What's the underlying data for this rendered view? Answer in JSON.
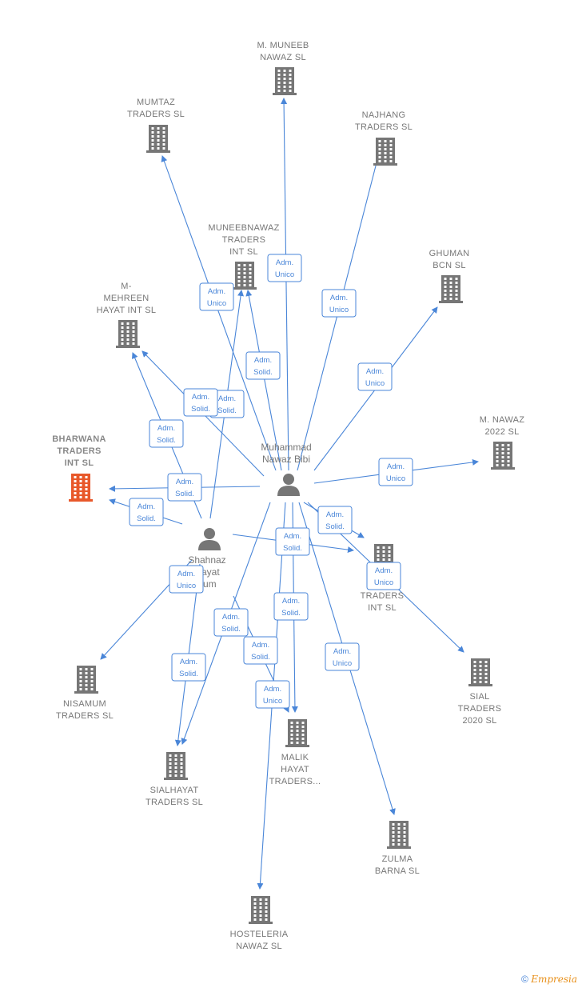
{
  "colors": {
    "edge": "#4a86d8",
    "building": "#767676",
    "focus_building": "#e8582a",
    "person": "#767676",
    "label": "#777777"
  },
  "people": [
    {
      "id": "muhammad",
      "lines": [
        "Muhammad",
        "Nawaz Bibi"
      ],
      "icon": "person-icon"
    },
    {
      "id": "shahnaz",
      "lines": [
        "Shahnaz",
        "Hayat",
        "gum"
      ],
      "icon": "person-icon"
    }
  ],
  "companies": [
    {
      "id": "muneeb",
      "lines": [
        "M.  MUNEEB",
        "NAWAZ  SL"
      ]
    },
    {
      "id": "mumtaz",
      "lines": [
        "MUMTAZ",
        "TRADERS  SL"
      ]
    },
    {
      "id": "najhang",
      "lines": [
        "NAJHANG",
        "TRADERS  SL"
      ]
    },
    {
      "id": "muneebnawaz",
      "lines": [
        "MUNEEBNAWAZ",
        "TRADERS",
        "INT  SL"
      ]
    },
    {
      "id": "ghuman",
      "lines": [
        "GHUMAN",
        "BCN  SL"
      ]
    },
    {
      "id": "mehreen",
      "lines": [
        "M-",
        "MEHREEN",
        "HAYAT INT  SL"
      ]
    },
    {
      "id": "nawaz2022",
      "lines": [
        "M.  NAWAZ",
        "2022  SL"
      ]
    },
    {
      "id": "bharwana",
      "lines": [
        "BHARWANA",
        "TRADERS",
        "INT  SL"
      ],
      "focus": true
    },
    {
      "id": "mahayat",
      "lines": [
        "MA           AZ",
        "TRADERS",
        "INT  SL"
      ]
    },
    {
      "id": "sialtraders",
      "lines": [
        "SIAL",
        "TRADERS",
        "2020  SL"
      ]
    },
    {
      "id": "nisamum",
      "lines": [
        "NISAMUM",
        "TRADERS  SL"
      ]
    },
    {
      "id": "malik",
      "lines": [
        "MALIK",
        "HAYAT",
        "TRADERS..."
      ]
    },
    {
      "id": "sialhayat",
      "lines": [
        "SIALHAYAT",
        "TRADERS  SL"
      ]
    },
    {
      "id": "zulma",
      "lines": [
        "ZULMA",
        "BARNA SL"
      ]
    },
    {
      "id": "hosteleria",
      "lines": [
        "HOSTELERIA",
        "NAWAZ  SL"
      ]
    }
  ],
  "edges": [
    {
      "from": "muhammad",
      "to": "muneeb",
      "role": [
        "Adm.",
        "Unico"
      ]
    },
    {
      "from": "muhammad",
      "to": "mumtaz",
      "role": [
        "Adm.",
        "Unico"
      ]
    },
    {
      "from": "muhammad",
      "to": "najhang",
      "role": [
        "Adm.",
        "Unico"
      ]
    },
    {
      "from": "muhammad",
      "to": "muneebnawaz",
      "role": [
        "Adm.",
        "Solid."
      ]
    },
    {
      "from": "shahnaz",
      "to": "muneebnawaz",
      "role": [
        "Adm.",
        "Solid."
      ]
    },
    {
      "from": "muhammad",
      "to": "ghuman",
      "role": [
        "Adm.",
        "Unico"
      ]
    },
    {
      "from": "muhammad",
      "to": "mehreen",
      "role": [
        "Adm.",
        "Solid."
      ]
    },
    {
      "from": "shahnaz",
      "to": "mehreen",
      "role": [
        "Adm.",
        "Solid."
      ]
    },
    {
      "from": "muhammad",
      "to": "nawaz2022",
      "role": [
        "Adm.",
        "Unico"
      ]
    },
    {
      "from": "muhammad",
      "to": "bharwana",
      "role": [
        "Adm.",
        "Solid."
      ]
    },
    {
      "from": "shahnaz",
      "to": "bharwana",
      "role": [
        "Adm.",
        "Solid."
      ]
    },
    {
      "from": "muhammad",
      "to": "mahayat",
      "role": [
        "Adm.",
        "Solid."
      ]
    },
    {
      "from": "shahnaz",
      "to": "mahayat",
      "role": [
        "Adm.",
        "Solid."
      ]
    },
    {
      "from": "muhammad",
      "to": "sialtraders",
      "role": [
        "Adm.",
        "Unico"
      ]
    },
    {
      "from": "shahnaz",
      "to": "nisamum",
      "role": [
        "Adm.",
        "Unico"
      ]
    },
    {
      "from": "muhammad",
      "to": "sialhayat",
      "role": [
        "Adm.",
        "Solid."
      ]
    },
    {
      "from": "shahnaz",
      "to": "sialhayat",
      "role": [
        "Adm.",
        "Solid."
      ]
    },
    {
      "from": "muhammad",
      "to": "malik",
      "role": [
        "Adm.",
        "Solid."
      ]
    },
    {
      "from": "shahnaz",
      "to": "malik",
      "role": [
        "Adm.",
        "Solid."
      ]
    },
    {
      "from": "muhammad",
      "to": "zulma",
      "role": [
        "Adm.",
        "Unico"
      ]
    },
    {
      "from": "muhammad",
      "to": "hosteleria",
      "role": [
        "Adm.",
        "Unico"
      ]
    }
  ],
  "footer": {
    "copyright": "©",
    "brand": "Empresia"
  }
}
